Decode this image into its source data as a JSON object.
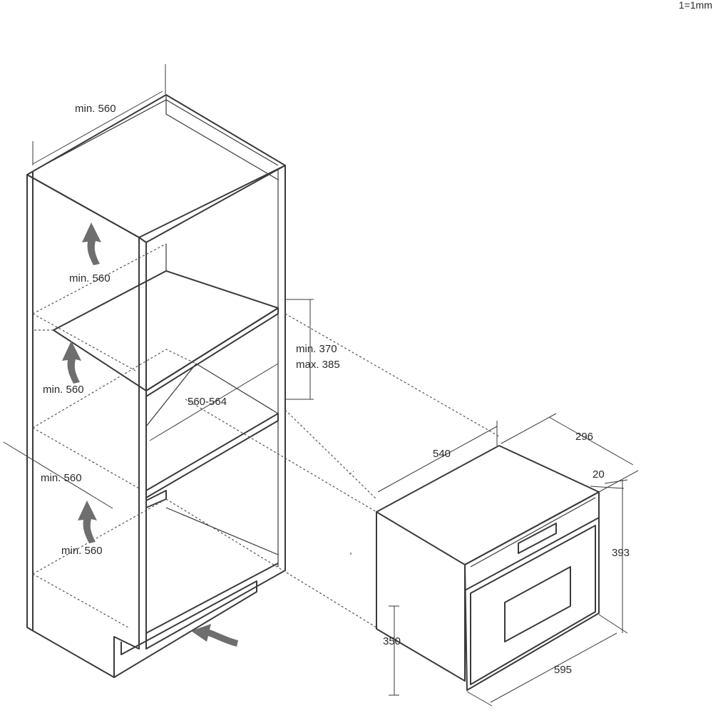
{
  "scale_note": "1=1mm",
  "cabinet": {
    "dims": {
      "top_width": "min. 560",
      "depth_upper": "min. 560",
      "depth_mid": "min. 560",
      "depth_lower": "min. 560",
      "depth_bottom": "min. 560",
      "niche_height_min": "min. 370",
      "niche_height_max": "max. 385",
      "niche_width": "560-564"
    },
    "icons": [
      "airflow-arrow-icon",
      "airflow-arrow-icon",
      "airflow-arrow-icon",
      "airflow-arrow-icon"
    ]
  },
  "appliance": {
    "dims": {
      "body_width": "540",
      "depth": "296",
      "front_thickness": "20",
      "front_height": "393",
      "body_height": "350",
      "front_width": "595"
    }
  }
}
